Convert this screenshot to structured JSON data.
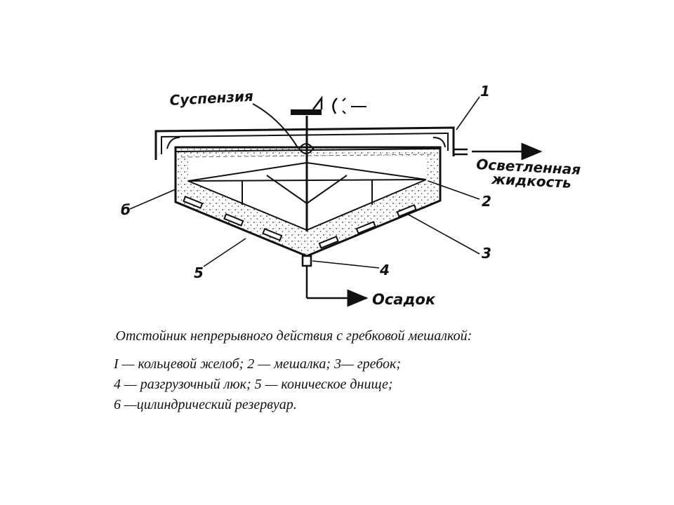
{
  "diagram": {
    "labels": {
      "suspension": "Суспензия",
      "clarified_line1": "Осветленная",
      "clarified_line2": "жидкость",
      "sediment": "Осадок",
      "n1": "1",
      "n2": "2",
      "n3": "3",
      "n4": "4",
      "n5": "5",
      "n6": "б"
    }
  },
  "caption": {
    "prefix": ".",
    "title": "Отстойник непрерывного действия с гребковой мешалкой:",
    "lines": [
      "I — кольцевой желоб; 2 — мешалка; 3— гребок;",
      "4 — разгрузочный люк; 5 — коническое днище;",
      "6 —цилиндрический резервуар."
    ]
  }
}
